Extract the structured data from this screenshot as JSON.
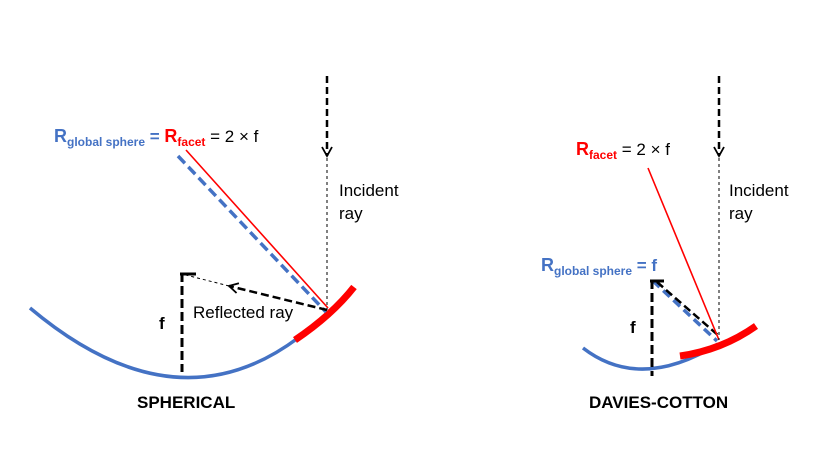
{
  "colors": {
    "blue": "#4472C4",
    "red": "#FF0000",
    "black": "#000000"
  },
  "spherical": {
    "radius_label": {
      "blue_main": "R",
      "blue_sub": "global sphere",
      "equals1": " = ",
      "red_main": "R",
      "red_sub": "facet",
      "tail": " = 2 × f"
    },
    "incident_label_line1": "Incident",
    "incident_label_line2": "ray",
    "reflected_label": "Reflected ray",
    "f_label": "f",
    "caption": "SPHERICAL"
  },
  "davies_cotton": {
    "facet_label": {
      "red_main": "R",
      "red_sub": "facet",
      "tail": " = 2 × f"
    },
    "global_label": {
      "blue_main": "R",
      "blue_sub": "global sphere",
      "tail": " = f"
    },
    "incident_label_line1": "Incident",
    "incident_label_line2": "ray",
    "f_label": "f",
    "caption": "DAVIES-COTTON"
  }
}
